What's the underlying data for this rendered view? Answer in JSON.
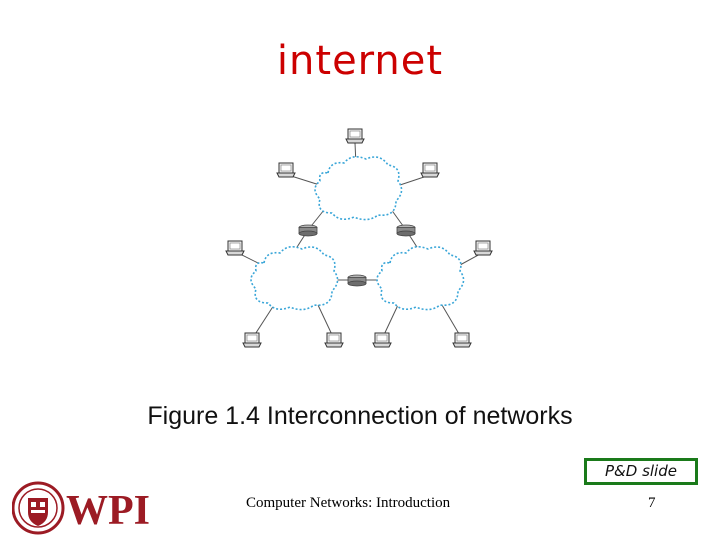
{
  "slide": {
    "title": "internet",
    "caption": "Figure 1.4 Interconnection of networks",
    "pd_label": "P&D slide",
    "footer": "Computer Networks: Introduction",
    "page_number": "7",
    "logo_text": "WPI"
  },
  "colors": {
    "title": "#cc0000",
    "cloud_fill": "#ffffff",
    "cloud_stroke": "#3aa6d8",
    "router": "#8a8a8a",
    "pd_border": "#1a7a1a",
    "logo_red": "#9c1b24"
  }
}
